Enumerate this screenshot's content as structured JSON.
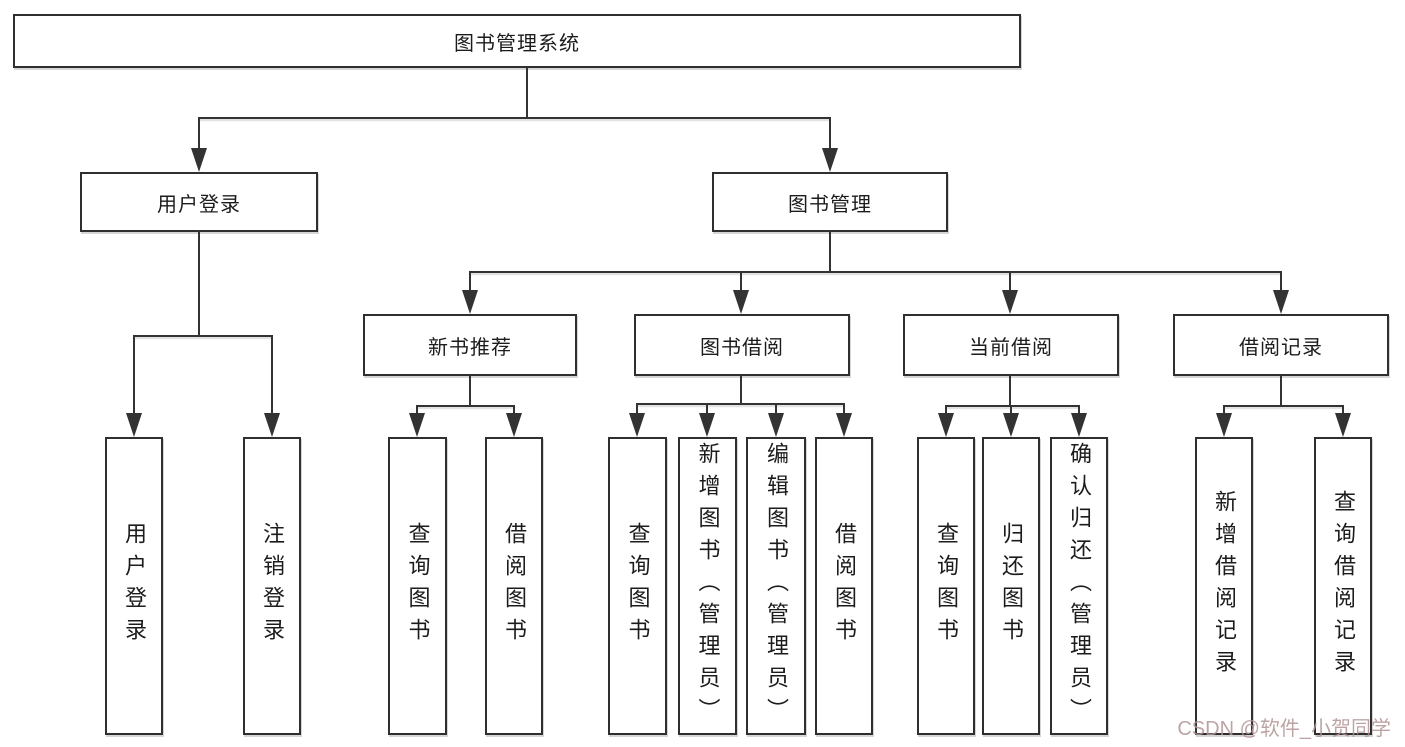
{
  "tree": {
    "label": "图书管理系统",
    "children": [
      {
        "label": "用户登录",
        "children": [
          {
            "label": "用户登录"
          },
          {
            "label": "注销登录"
          }
        ]
      },
      {
        "label": "图书管理",
        "children": [
          {
            "label": "新书推荐",
            "children": [
              {
                "label": "查询图书"
              },
              {
                "label": "借阅图书"
              }
            ]
          },
          {
            "label": "图书借阅",
            "children": [
              {
                "label": "查询图书"
              },
              {
                "label": "新增图书（管理员）"
              },
              {
                "label": "编辑图书（管理员）"
              },
              {
                "label": "借阅图书"
              }
            ]
          },
          {
            "label": "当前借阅",
            "children": [
              {
                "label": "查询图书"
              },
              {
                "label": "归还图书"
              },
              {
                "label": "确认归还（管理员）"
              }
            ]
          },
          {
            "label": "借阅记录",
            "children": [
              {
                "label": "新增借阅记录"
              },
              {
                "label": "查询借阅记录"
              }
            ]
          }
        ]
      }
    ]
  },
  "watermark": {
    "text": "CSDN @软件_小贺同学"
  },
  "colors": {
    "line": "#333333",
    "box_border": "#2f2f2f",
    "text": "#1c1c1c",
    "background": "#ffffff",
    "watermark": "#b29494"
  }
}
